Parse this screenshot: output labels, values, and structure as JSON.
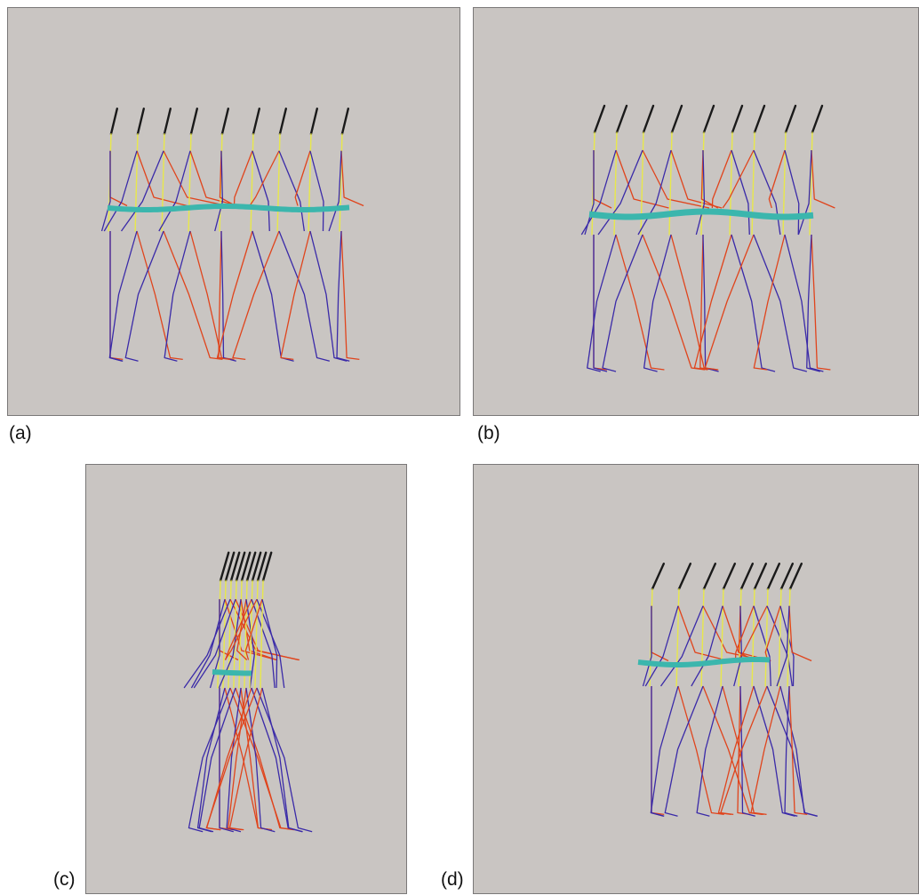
{
  "figure": {
    "panels": [
      {
        "id": "a",
        "label": "(a)"
      },
      {
        "id": "b",
        "label": "(b)"
      },
      {
        "id": "c",
        "label": "(c)"
      },
      {
        "id": "d",
        "label": "(d)"
      }
    ]
  },
  "colors": {
    "background": "#c9c5c2",
    "head": "#1a1a1a",
    "torso": "#e8e84a",
    "left_limb": "#3a2aa8",
    "right_limb": "#e0441c",
    "trajectory": "#3bb6ad"
  }
}
